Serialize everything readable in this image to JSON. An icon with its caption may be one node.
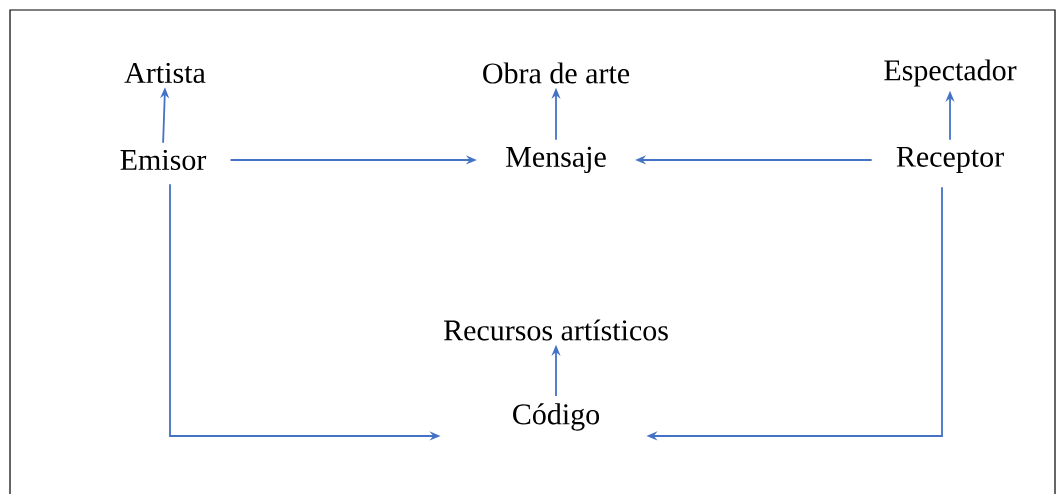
{
  "diagram": {
    "nodes": [
      {
        "text": [
          "Artista"
        ]
      },
      {
        "text": [
          "Obra de arte"
        ]
      },
      {
        "text": [
          "Espectador"
        ]
      },
      {
        "text": [
          "Emisor"
        ]
      },
      {
        "text": [
          "Mensaje"
        ]
      },
      {
        "text": [
          "Receptor"
        ]
      },
      {
        "text": [
          "Recursos artísticos"
        ]
      },
      {
        "text": [
          "Código"
        ]
      }
    ],
    "edges": [
      {
        "from": 3,
        "to": 0,
        "arrow": "to"
      },
      {
        "from": 4,
        "to": 1,
        "arrow": "to"
      },
      {
        "from": 5,
        "to": 2,
        "arrow": "to"
      },
      {
        "from": 3,
        "to": 4,
        "arrow": "to"
      },
      {
        "from": 5,
        "to": 4,
        "arrow": "to"
      },
      {
        "from": 3,
        "to": 7,
        "arrow": "to"
      },
      {
        "from": 5,
        "to": 7,
        "arrow": "to"
      },
      {
        "from": 7,
        "to": 6,
        "arrow": "to"
      }
    ]
  }
}
